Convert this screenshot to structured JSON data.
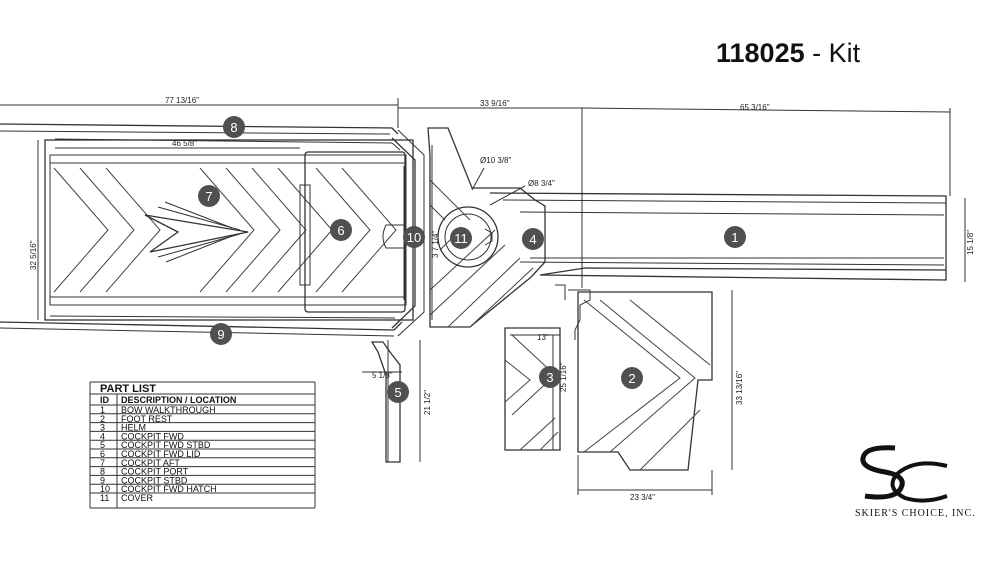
{
  "header": {
    "kit_number": "118025",
    "kit_suffix": " - Kit"
  },
  "dimensions": [
    {
      "id": "overall_left",
      "text": "77 13/16\""
    },
    {
      "id": "mid_span",
      "text": "33 9/16\""
    },
    {
      "id": "right_span",
      "text": "65 3/16\""
    },
    {
      "id": "part7_width",
      "text": "46 5/8\""
    },
    {
      "id": "left_height",
      "text": "32 5/16\""
    },
    {
      "id": "circle_outer",
      "text": "Ø10 3/8\""
    },
    {
      "id": "circle_inner",
      "text": "Ø8 3/4\""
    },
    {
      "id": "lid_height",
      "text": "3 7 1/4\""
    },
    {
      "id": "right_height",
      "text": "15 1/8\""
    },
    {
      "id": "part3_width",
      "text": "13\""
    },
    {
      "id": "part3_height",
      "text": "25 1/16\""
    },
    {
      "id": "part2_height",
      "text": "33 13/16\""
    },
    {
      "id": "part2_width",
      "text": "23 3/4\""
    },
    {
      "id": "part5_width",
      "text": "5 1/8\""
    },
    {
      "id": "part5_height",
      "text": "21 1/2\""
    }
  ],
  "callouts": [
    "1",
    "2",
    "3",
    "4",
    "5",
    "6",
    "7",
    "8",
    "9",
    "10",
    "11"
  ],
  "part_list": {
    "title": "PART LIST",
    "col_id": "ID",
    "col_desc": "DESCRIPTION / LOCATION",
    "rows": [
      {
        "id": "1",
        "desc": "BOW WALKTHROUGH"
      },
      {
        "id": "2",
        "desc": "FOOT REST"
      },
      {
        "id": "3",
        "desc": "HELM"
      },
      {
        "id": "4",
        "desc": "COCKPIT FWD"
      },
      {
        "id": "5",
        "desc": "COCKPIT FWD STBD"
      },
      {
        "id": "6",
        "desc": "COCKPIT FWD LID"
      },
      {
        "id": "7",
        "desc": "COCKPIT AFT"
      },
      {
        "id": "8",
        "desc": "COCKPIT PORT"
      },
      {
        "id": "9",
        "desc": "COCKPIT STBD"
      },
      {
        "id": "10",
        "desc": "COCKPIT FWD HATCH"
      },
      {
        "id": "11",
        "desc": "COVER"
      }
    ]
  },
  "brand": {
    "name": "SKIER'S CHOICE, INC."
  },
  "colors": {
    "badge": "#505050",
    "line": "#333333",
    "background": "#ffffff"
  }
}
